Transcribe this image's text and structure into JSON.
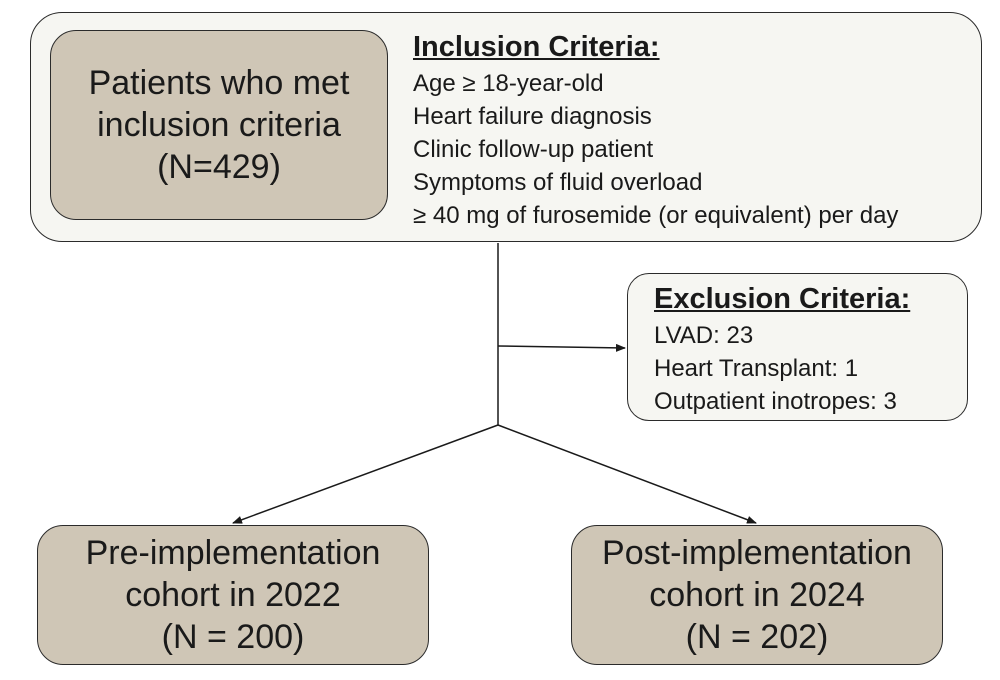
{
  "patients": {
    "lines": [
      "Patients who met",
      "inclusion criteria",
      "(N=429)"
    ]
  },
  "inclusion": {
    "title": "Inclusion Criteria:",
    "items": [
      "Age ≥ 18-year-old",
      "Heart failure diagnosis",
      "Clinic follow-up patient",
      "Symptoms of fluid overload",
      "≥ 40 mg of furosemide (or equivalent) per day"
    ]
  },
  "exclusion": {
    "title": "Exclusion Criteria:",
    "items": [
      "LVAD: 23",
      "Heart Transplant: 1",
      "Outpatient inotropes: 3"
    ]
  },
  "pre_cohort": {
    "lines": [
      "Pre-implementation",
      "cohort in 2022",
      "(N = 200)"
    ]
  },
  "post_cohort": {
    "lines": [
      "Post-implementation",
      "cohort in 2024",
      "(N = 202)"
    ]
  },
  "colors": {
    "cohort_fill": "#cfc6b6",
    "panel_fill": "#f6f6f2",
    "stroke": "#2b2b2b"
  }
}
